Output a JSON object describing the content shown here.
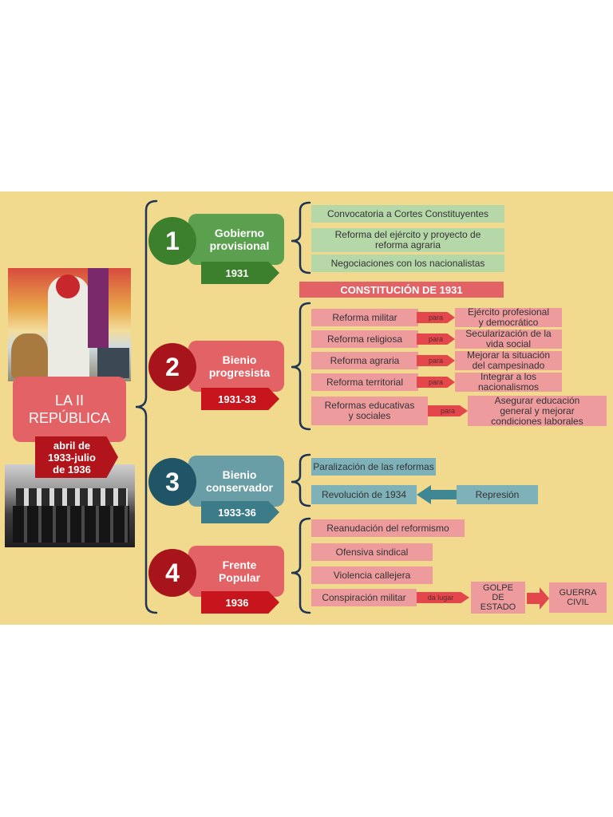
{
  "main": {
    "title_line1": "LA II",
    "title_line2": "REPÚBLICA",
    "dates_line1": "abril de",
    "dates_line2": "1933-julio",
    "dates_line3": "de 1936"
  },
  "stages": [
    {
      "number": "1",
      "title_line1": "Gobierno",
      "title_line2": "provisional",
      "year": "1931"
    },
    {
      "number": "2",
      "title_line1": "Bienio",
      "title_line2": "progresista",
      "year": "1931-33"
    },
    {
      "number": "3",
      "title_line1": "Bienio",
      "title_line2": "conservador",
      "year": "1933-36"
    },
    {
      "number": "4",
      "title_line1": "Frente",
      "title_line2": "Popular",
      "year": "1936"
    }
  ],
  "stage1_items": [
    {
      "line1": "Convocatoria a Cortes Constituyentes",
      "line2": ""
    },
    {
      "line1": "Reforma del ejército y proyecto de",
      "line2": "reforma agraria"
    },
    {
      "line1": "Negociaciones con los nacionalistas",
      "line2": ""
    }
  ],
  "constitution": "CONSTITUCIÓN DE 1931",
  "stage2_rows": [
    {
      "reform": "Reforma militar",
      "connector": "para",
      "goal_line1": "Ejército profesional",
      "goal_line2": "y democrático",
      "goal_line3": ""
    },
    {
      "reform": "Reforma religiosa",
      "connector": "para",
      "goal_line1": "Secularización de la",
      "goal_line2": "vida social",
      "goal_line3": ""
    },
    {
      "reform": "Reforma agraria",
      "connector": "para",
      "goal_line1": "Mejorar la situación",
      "goal_line2": "del campesinado",
      "goal_line3": ""
    },
    {
      "reform": "Reforma territorial",
      "connector": "para",
      "goal_line1": "Integrar a los",
      "goal_line2": "nacionalismos",
      "goal_line3": ""
    }
  ],
  "stage2_last": {
    "reform_line1": "Reformas educativas",
    "reform_line2": "y sociales",
    "connector": "para",
    "goal_line1": "Asegurar educación",
    "goal_line2": "general y mejorar",
    "goal_line3": "condiciones laborales"
  },
  "stage3": {
    "item1": "Paralización de las reformas",
    "item2": "Revolución de 1934",
    "item3": "Represión"
  },
  "stage4": {
    "item1": "Reanudación del reformismo",
    "item2": "Ofensiva sindical",
    "item3": "Violencia callejera",
    "item4": "Conspiración militar",
    "connector": "da lugar",
    "coup_line1": "GOLPE",
    "coup_line2": "DE",
    "coup_line3": "ESTADO",
    "war_line1": "GUERRA",
    "war_line2": "CIVIL"
  },
  "colors": {
    "background": "#f1d98e",
    "green": "#5aa04f",
    "dark_green": "#3c7f2c",
    "red": "#e36266",
    "dark_red": "#a8141c",
    "teal": "#6a9ea6",
    "dark_teal": "#1f5566",
    "navy": "#1e3556"
  }
}
